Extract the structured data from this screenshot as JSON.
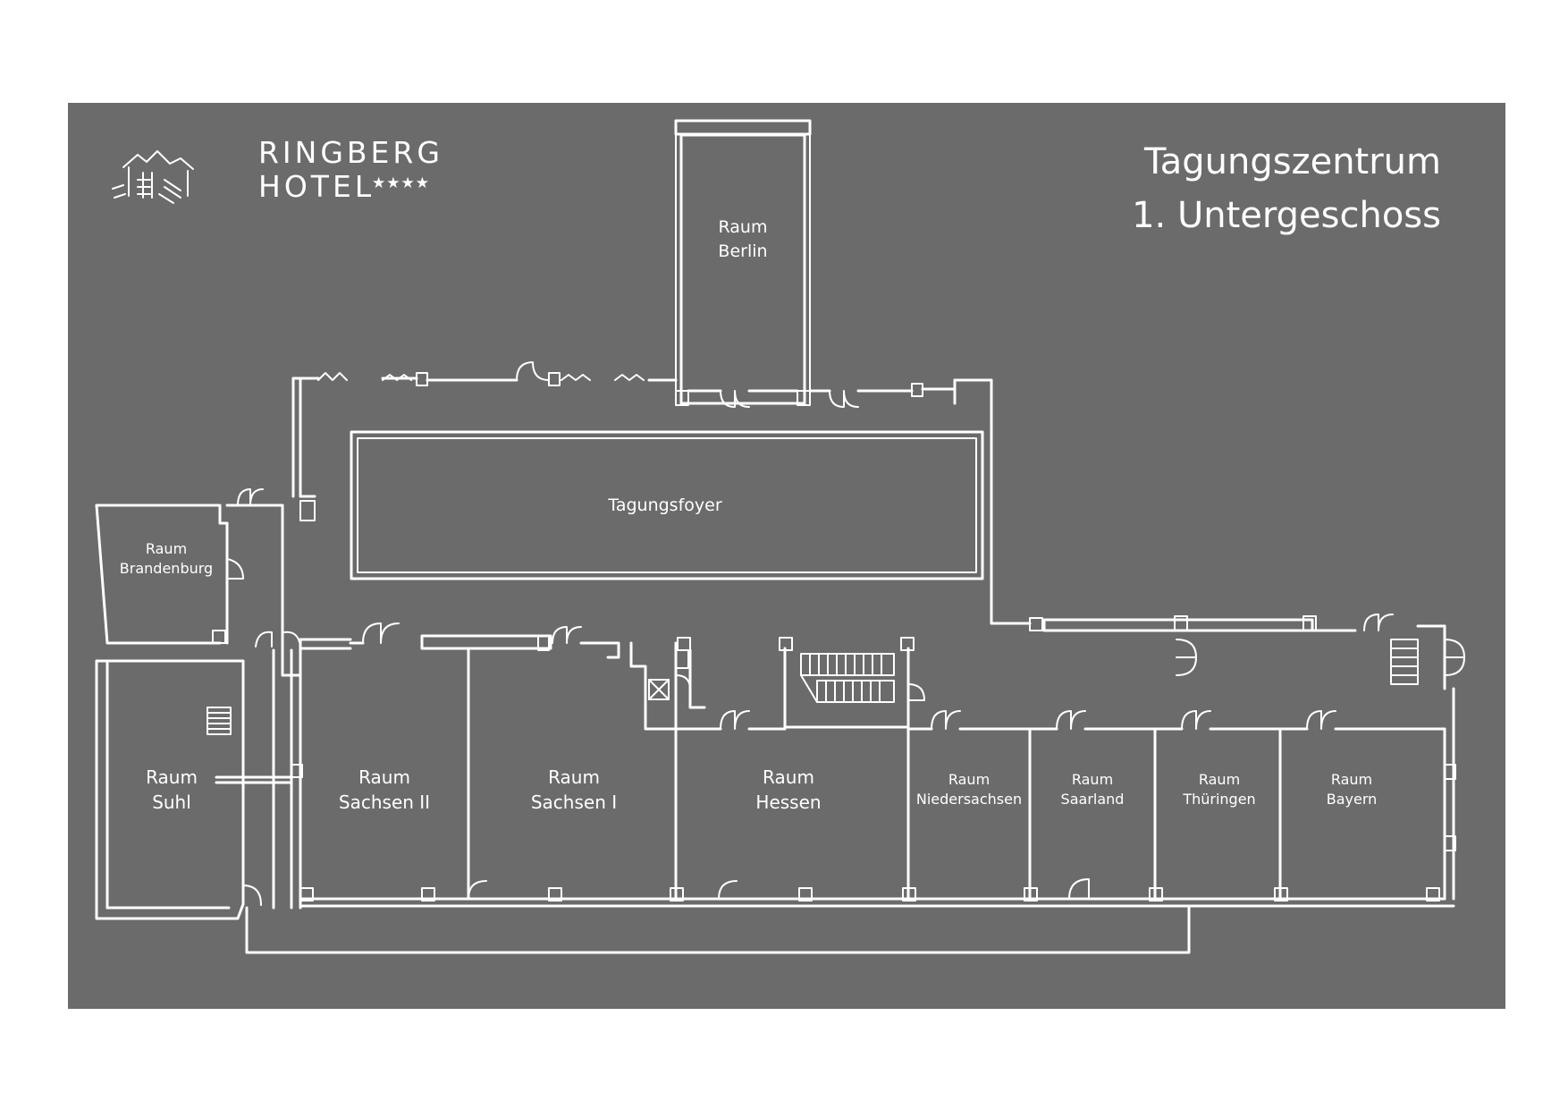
{
  "colors": {
    "background": "#6b6b6b",
    "lines": "#ffffff",
    "page": "#ffffff"
  },
  "logo": {
    "icon": "hotel-mountain-icon",
    "name_line1": "RINGBERG",
    "name_line2": "HOTEL",
    "stars": "★★★★"
  },
  "title": {
    "line1": "Tagungszentrum",
    "line2": "1. Untergeschoss"
  },
  "rooms": {
    "berlin": [
      "Raum",
      "Berlin"
    ],
    "foyer": "Tagungsfoyer",
    "brandenburg": [
      "Raum",
      "Brandenburg"
    ],
    "suhl": [
      "Raum",
      "Suhl"
    ],
    "sachsen2": [
      "Raum",
      "Sachsen II"
    ],
    "sachsen1": [
      "Raum",
      "Sachsen I"
    ],
    "hessen": [
      "Raum",
      "Hessen"
    ],
    "niedersachsen": [
      "Raum",
      "Niedersachsen"
    ],
    "saarland": [
      "Raum",
      "Saarland"
    ],
    "thueringen": [
      "Raum",
      "Thüringen"
    ],
    "bayern": [
      "Raum",
      "Bayern"
    ]
  }
}
